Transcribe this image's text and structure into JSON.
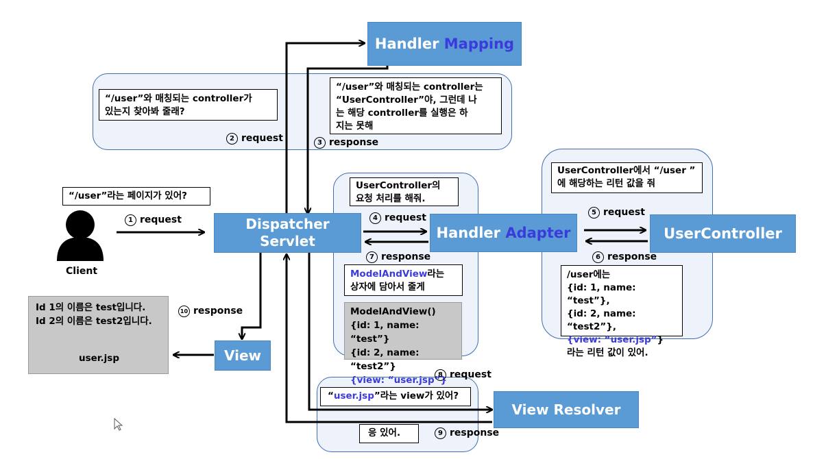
{
  "colors": {
    "box_fill": "#5b9bd5",
    "highlight_text": "#3b3bdc",
    "region_fill": "#eef2fa",
    "region_border": "#3f6cb3"
  },
  "boxes": {
    "handler_mapping": {
      "word1": "Handler",
      "word2": "Mapping"
    },
    "dispatcher": {
      "line1": "Dispatcher",
      "line2": "Servlet"
    },
    "handler_adapter": {
      "word1": "Handler",
      "word2": "Adapter"
    },
    "user_controller": "UserController",
    "view": "View",
    "view_resolver": "View Resolver"
  },
  "client": {
    "label": "Client",
    "question": "“/user”라는 페이지가 있어?"
  },
  "notes": {
    "hm_request": {
      "line1": "“/user”와 매칭되는 controller가",
      "line2": "있는지 찾아봐 줄래?"
    },
    "hm_response": {
      "line1": "“/user”와 매칭되는 controller는",
      "line2": "“UserController”야, 그런데 나",
      "line3": "는 해당 controller를 실행은 하",
      "line4": "지는 못해"
    },
    "ha_request": {
      "line1": "UserController의",
      "line2": "요청 처리를 해줘."
    },
    "ha_response": {
      "highlight": "ModelAndView",
      "rest": "라는",
      "line2": "상자에 담아서 줄게"
    },
    "uc_request": {
      "line1": "UserController에서 “/user ”",
      "line2": "에 해당하는 리턴 값을 줘"
    },
    "uc_response": {
      "line1": "/user에는",
      "line2": "{id: 1, name: “test”},",
      "line3": "{id: 2, name: “test2”},",
      "line4_open": "{",
      "line4_blue": "view: “user.jsp”",
      "line4_close": "}",
      "line5": "라는 리턴 값이 있어."
    },
    "vr_request": {
      "open": "“",
      "highlight": "user.jsp",
      "rest": "”라는 view가 있어?"
    },
    "vr_response": "응 있어."
  },
  "model_and_view": {
    "line1": "ModelAndView()",
    "line2": "{id: 1, name: “test”}",
    "line3": "{id: 2, name: “test2”}",
    "line4": "{view: “user.jsp”}"
  },
  "result_page": {
    "line1": "Id 1의 이름은 test입니다.",
    "line2": "Id 2의 이름은 test2입니다.",
    "file": "user.jsp"
  },
  "steps": {
    "s1": {
      "num": "1",
      "label": "request"
    },
    "s2": {
      "num": "2",
      "label": "request"
    },
    "s3": {
      "num": "3",
      "label": "response"
    },
    "s4": {
      "num": "4",
      "label": "request"
    },
    "s5": {
      "num": "5",
      "label": "request"
    },
    "s6": {
      "num": "6",
      "label": "response"
    },
    "s7": {
      "num": "7",
      "label": "response"
    },
    "s8": {
      "num": "8",
      "label": "request"
    },
    "s9": {
      "num": "9",
      "label": "response"
    },
    "s10": {
      "num": "10",
      "label": "response"
    }
  }
}
